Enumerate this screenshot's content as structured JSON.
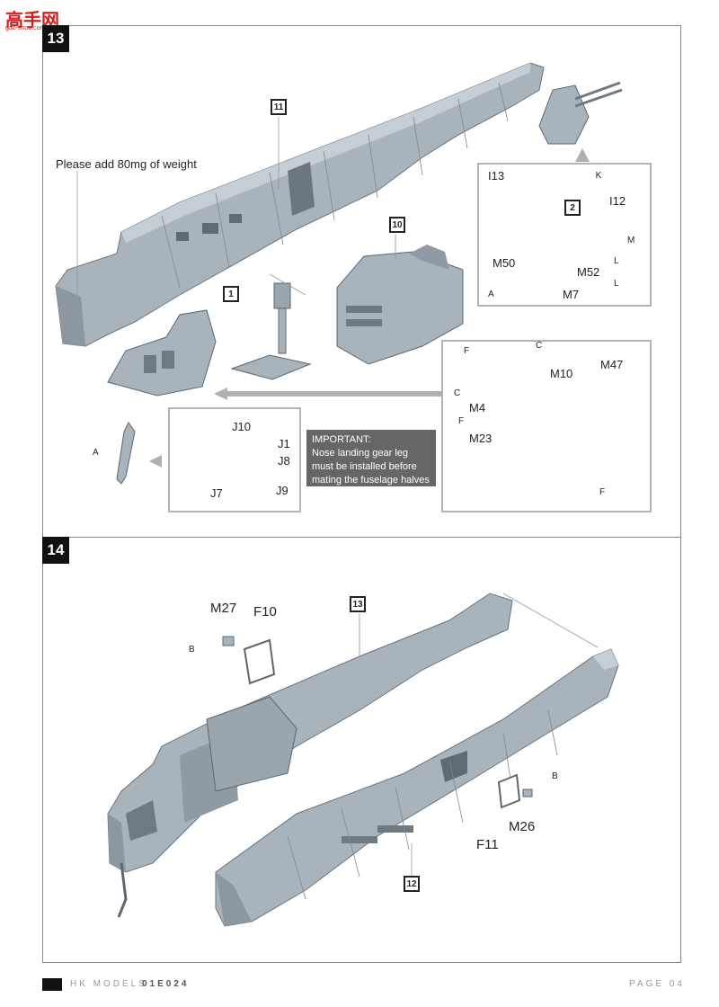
{
  "header": {
    "logo_text": "高手网",
    "logo_url_text": "gao-shou.com"
  },
  "step13": {
    "number": "13",
    "weight_note": "Please add 80mg of weight",
    "ref_boxes": [
      "11",
      "10",
      "1",
      "2"
    ],
    "inset_top_labels": {
      "i13": "I13",
      "i12": "I12",
      "k": "K",
      "m": "M",
      "l1": "L",
      "l2": "L",
      "m50": "M50",
      "m52": "M52",
      "m7": "M7",
      "a": "A"
    },
    "inset_cockpit_labels": {
      "f1": "F",
      "c1": "C",
      "m10": "M10",
      "m47": "M47",
      "c2": "C",
      "m4": "M4",
      "f2": "F",
      "m23": "M23",
      "f3": "F"
    },
    "inset_gear_labels": {
      "j10": "J10",
      "j1": "J1",
      "j8": "J8",
      "j7": "J7",
      "j9": "J9"
    },
    "gear_ref": "A",
    "important_title": "IMPORTANT:",
    "important_text": "Nose landing gear leg must be installed before mating the fuselage halves together"
  },
  "step14": {
    "number": "14",
    "labels": {
      "m27": "M27",
      "f10": "F10",
      "b1": "B",
      "m26": "M26",
      "f11": "F11",
      "b2": "B"
    },
    "ref_boxes": [
      "13",
      "12"
    ]
  },
  "footer": {
    "brand": "HK MODELS",
    "code": "01E024",
    "page": "PAGE 04"
  },
  "colors": {
    "part_grey": "#a9b3bc",
    "part_shadow": "#7f8a94",
    "inset_border": "#b3b3b3",
    "note_bg": "#666666"
  }
}
